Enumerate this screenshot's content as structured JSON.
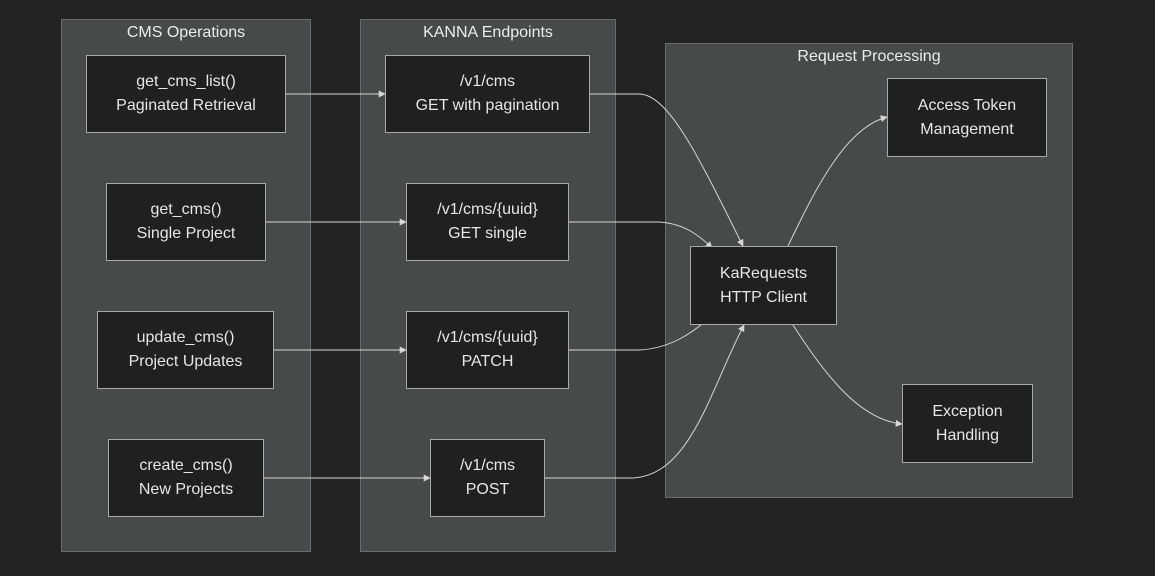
{
  "clusters": {
    "cms_operations": {
      "title": "CMS Operations"
    },
    "kanna_endpoints": {
      "title": "KANNA Endpoints"
    },
    "request_processing": {
      "title": "Request Processing"
    }
  },
  "nodes": {
    "get_cms_list": {
      "line1": "get_cms_list()",
      "line2": "Paginated Retrieval"
    },
    "get_cms": {
      "line1": "get_cms()",
      "line2": "Single Project"
    },
    "update_cms": {
      "line1": "update_cms()",
      "line2": "Project Updates"
    },
    "create_cms": {
      "line1": "create_cms()",
      "line2": "New Projects"
    },
    "ep_list": {
      "line1": "/v1/cms",
      "line2": "GET with pagination"
    },
    "ep_get": {
      "line1": "/v1/cms/{uuid}",
      "line2": "GET single"
    },
    "ep_patch": {
      "line1": "/v1/cms/{uuid}",
      "line2": "PATCH"
    },
    "ep_post": {
      "line1": "/v1/cms",
      "line2": "POST"
    },
    "karequests": {
      "line1": "KaRequests",
      "line2": "HTTP Client"
    },
    "token": {
      "line1": "Access Token",
      "line2": "Management"
    },
    "exception": {
      "line1": "Exception",
      "line2": "Handling"
    }
  },
  "edges": [
    {
      "from": "get_cms_list",
      "to": "ep_list"
    },
    {
      "from": "get_cms",
      "to": "ep_get"
    },
    {
      "from": "update_cms",
      "to": "ep_patch"
    },
    {
      "from": "create_cms",
      "to": "ep_post"
    },
    {
      "from": "ep_list",
      "to": "karequests"
    },
    {
      "from": "ep_get",
      "to": "karequests"
    },
    {
      "from": "ep_patch",
      "to": "karequests"
    },
    {
      "from": "ep_post",
      "to": "karequests"
    },
    {
      "from": "karequests",
      "to": "token"
    },
    {
      "from": "karequests",
      "to": "exception"
    }
  ],
  "colors": {
    "edge": "#d6d6d6",
    "background": "#232323",
    "cluster": "#474a4b",
    "node": "#1f2020"
  }
}
